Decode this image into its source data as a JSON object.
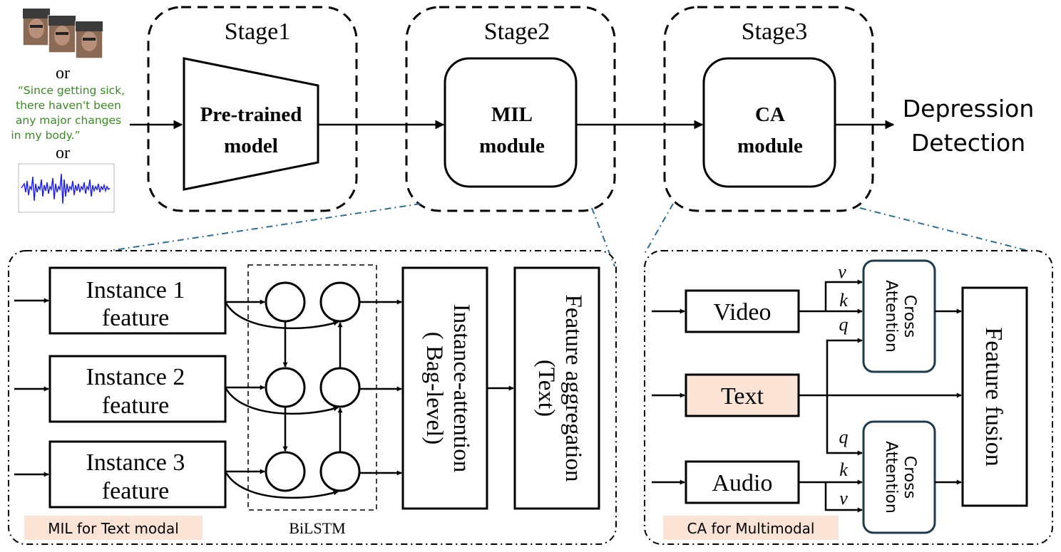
{
  "input": {
    "or_1": "or",
    "or_2": "or",
    "quote_lines": [
      "“Since getting sick,",
      "there haven't been",
      "any major changes",
      "in my body.”"
    ]
  },
  "stages": [
    {
      "title": "Stage1",
      "box_lines": [
        "Pre-trained",
        "model"
      ]
    },
    {
      "title": "Stage2",
      "box_lines": [
        "MIL",
        "module"
      ]
    },
    {
      "title": "Stage3",
      "box_lines": [
        "CA",
        "module"
      ]
    }
  ],
  "output": {
    "lines": [
      "Depression",
      "Detection"
    ]
  },
  "mil_panel": {
    "instances": [
      {
        "line1": "Instance 1",
        "line2": "feature"
      },
      {
        "line1": "Instance 2",
        "line2": "feature"
      },
      {
        "line1": "Instance 3",
        "line2": "feature"
      }
    ],
    "bilstm_label": "BiLSTM",
    "instance_attention": {
      "line1": "Instance-attention",
      "line2": "( Bag-level)"
    },
    "feature_aggregation": {
      "line1": "Feature aggregation",
      "line2": "(Text)"
    },
    "tag": "MIL for Text modal"
  },
  "ca_panel": {
    "video": "Video",
    "text": "Text",
    "audio": "Audio",
    "cross_attention_top": {
      "line1": "Cross",
      "line2": "Attention"
    },
    "cross_attention_bottom": {
      "line1": "Cross",
      "line2": "Attention"
    },
    "feature_fusion": "Feature fusion",
    "labels": {
      "v_top": "v",
      "k_top": "k",
      "q_top": "q",
      "q_bottom": "q",
      "k_bottom": "k",
      "v_bottom": "v"
    },
    "tag": "CA for Multimodal"
  },
  "colors": {
    "text_box_fill": "#fbe3d6",
    "tag_fill": "#fbe3d6",
    "cross_attention_stroke": "#1f3b4d",
    "dashdot_line": "#2f6e8a",
    "quote_text": "#3a8a22",
    "waveform": "#1a1aff"
  }
}
